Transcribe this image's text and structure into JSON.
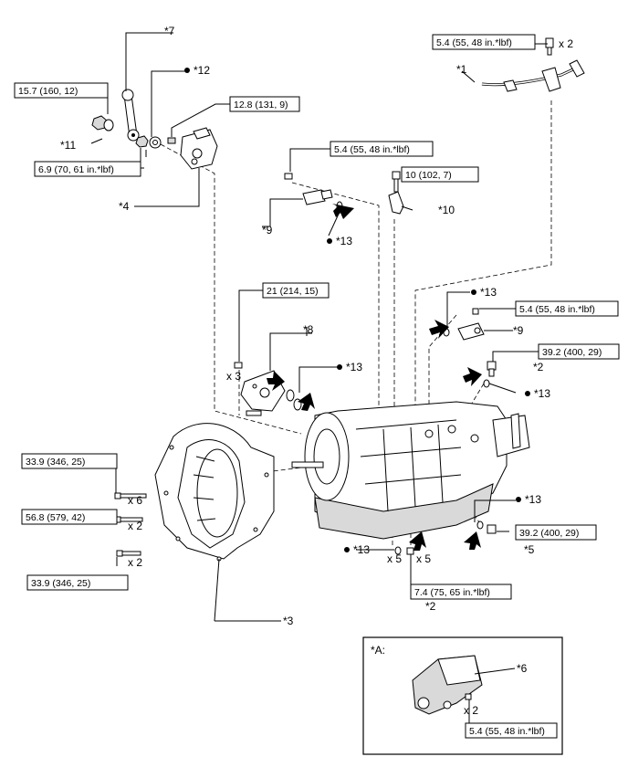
{
  "callouts": {
    "c1": "*1",
    "c2a": "*2",
    "c2b": "*2",
    "c3": "*3",
    "c4": "*4",
    "c5": "*5",
    "c6": "*6",
    "c7": "*7",
    "c8": "*8",
    "c9a": "*9",
    "c9b": "*9",
    "c10": "*10",
    "c11": "*11",
    "c12": "*12",
    "c13a": "*13",
    "c13b": "*13",
    "c13c": "*13",
    "c13d": "*13",
    "c13e": "*13",
    "c13f": "*13"
  },
  "torques": {
    "t1": "5.4 (55, 48 in.*lbf)",
    "t2": "15.7 (160, 12)",
    "t3": "6.9 (70, 61 in.*lbf)",
    "t4": "12.8 (131, 9)",
    "t5": "5.4 (55, 48 in.*lbf)",
    "t6": "10 (102, 7)",
    "t7": "21 (214, 15)",
    "t8": "5.4 (55, 48 in.*lbf)",
    "t9": "39.2 (400, 29)",
    "t10": "33.9 (346, 25)",
    "t11": "56.8 (579, 42)",
    "t12": "33.9 (346, 25)",
    "t13": "39.2 (400, 29)",
    "t14": "7.4 (75, 65 in.*lbf)",
    "t15": "5.4 (55, 48 in.*lbf)"
  },
  "qty": {
    "q1": "x 2",
    "q2": "x 3",
    "q3": "x 6",
    "q4": "x 2",
    "q5": "x 2",
    "q6": "x 5",
    "q7": "x 5",
    "q8": "x 2"
  },
  "inset": {
    "title": "*A:"
  }
}
